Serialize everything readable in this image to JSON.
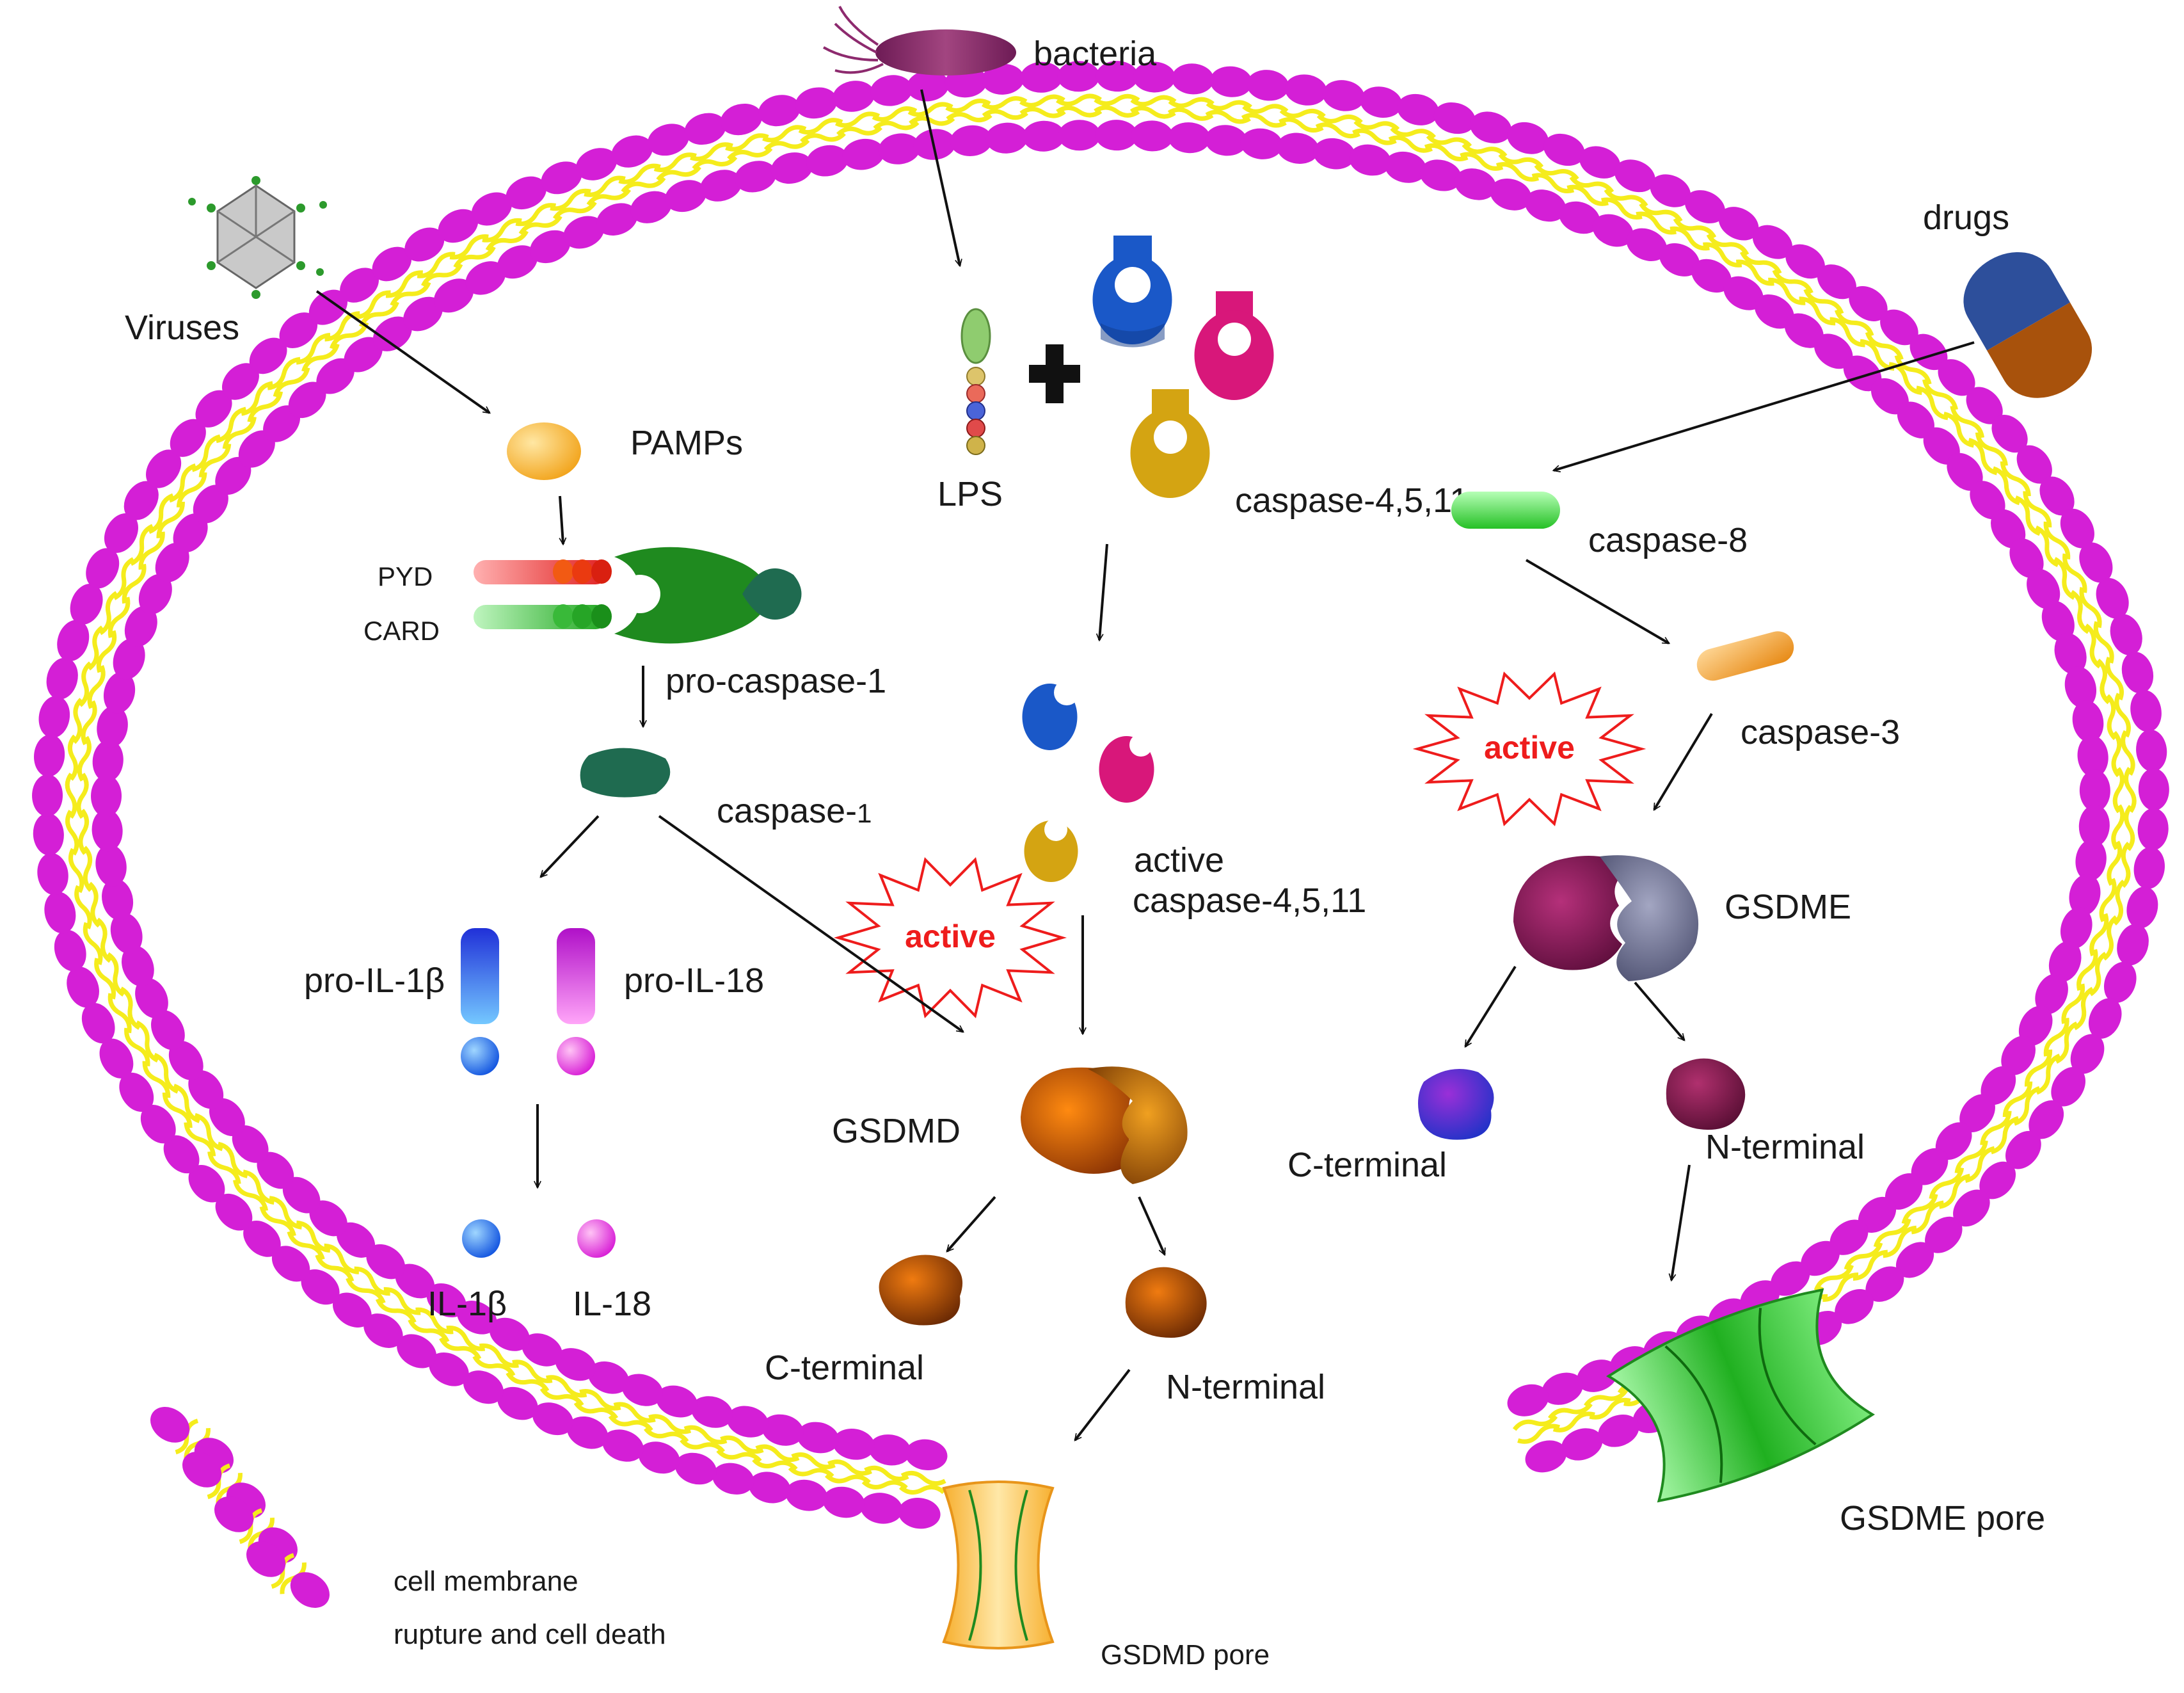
{
  "labels": {
    "bacteria": "bacteria",
    "viruses": "Viruses",
    "drugs": "drugs",
    "pamps": "PAMPs",
    "pyd": "PYD",
    "card": "CARD",
    "pro_caspase1": "pro-caspase-1",
    "caspase1_main": "caspase-",
    "caspase1_sub": "1",
    "pro_il1b": "pro-IL-1β",
    "pro_il18": "pro-IL-18",
    "il1b": "IL-1β",
    "il18": "IL-18",
    "lps": "LPS",
    "active_caspase_l1": "active",
    "active_caspase_l2": "caspase-4,5,11",
    "active_badge_1": "active",
    "active_badge_2": "active",
    "gsdmd": "GSDMD",
    "gsdmd_c_terminal": "C-terminal",
    "gsdmd_n_terminal": "N-terminal",
    "gsdmd_pore": "GSDMD pore",
    "caspase_4_5_11": "caspase-4,5,11",
    "caspase8": "caspase-8",
    "caspase3": "caspase-3",
    "gsdme": "GSDME",
    "gsdme_c_terminal": "C-terminal",
    "gsdme_n_terminal": "N-terminal",
    "gsdme_pore": "GSDME pore",
    "rupture_l1": "cell membrane",
    "rupture_l2": "rupture and cell death"
  },
  "colors": {
    "lipid_head": "#d41fd6",
    "lipid_tail": "#f5ec1c",
    "caspase1": "#1f6b50",
    "gsdmd": "#c75808",
    "gsdme_left": "#8a1d5a",
    "gsdme_right": "#7a7d9a",
    "gsdme_pore": "#2fc02f",
    "gsdmd_pore": "#f7b031",
    "active_red": "#ee1c1c",
    "caspase8": "#52e052",
    "caspase3": "#f7a21f",
    "capsule_top": "#2d4f9b",
    "capsule_bottom": "#a8520c"
  },
  "icons": [
    "bacteria-icon",
    "virus-icon",
    "drug-capsule-icon"
  ]
}
